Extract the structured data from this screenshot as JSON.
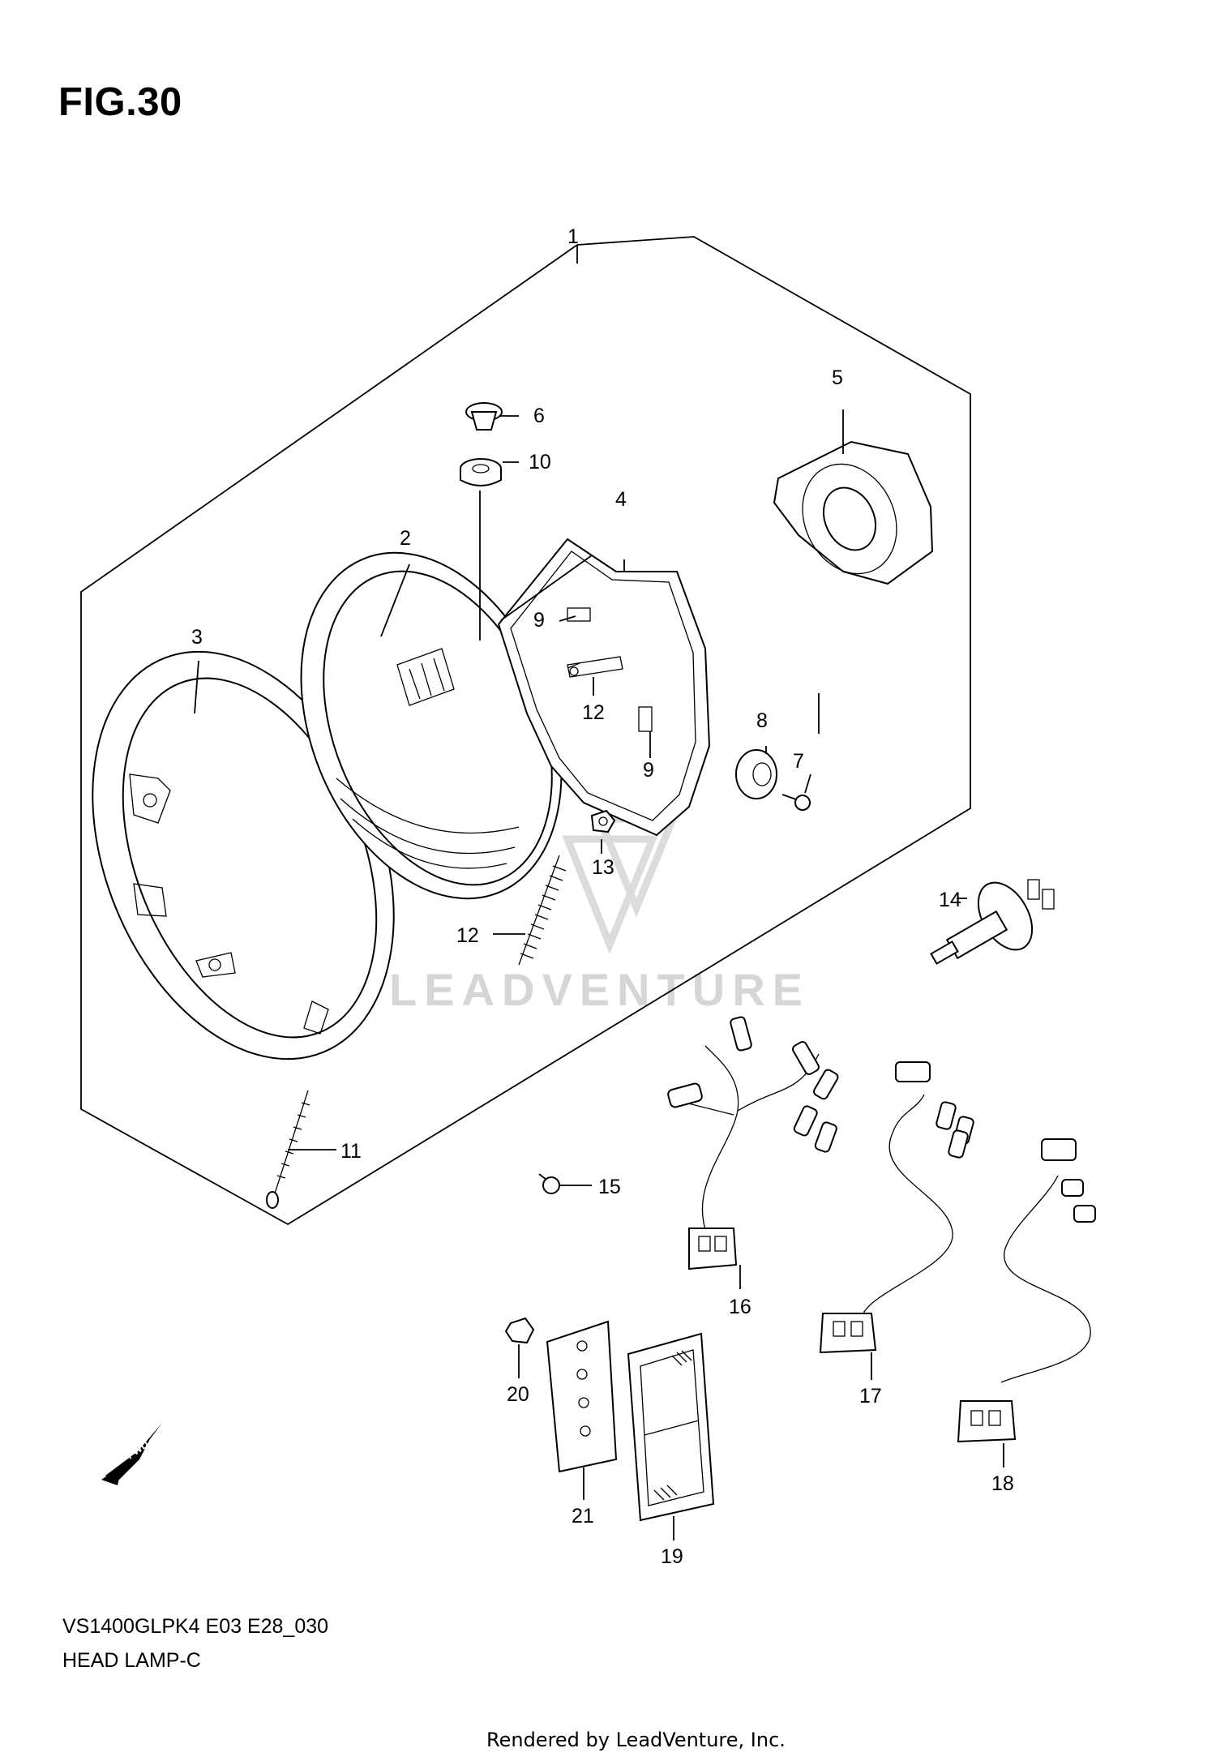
{
  "figure": {
    "title": "FIG.30",
    "model_code": "VS1400GLPK4 E03 E28_030",
    "section_name": "HEAD LAMP-C",
    "render_credit": "Rendered by LeadVenture, Inc.",
    "watermark": "LEADVENTURE",
    "fwd_arrow_label": "FWD"
  },
  "callouts": {
    "c1": "1",
    "c2": "2",
    "c3": "3",
    "c4": "4",
    "c5": "5",
    "c6": "6",
    "c7": "7",
    "c8": "8",
    "c9a": "9",
    "c9b": "9",
    "c10": "10",
    "c11": "11",
    "c12a": "12",
    "c12b": "12",
    "c13": "13",
    "c14": "14",
    "c15": "15",
    "c16": "16",
    "c17": "17",
    "c18": "18",
    "c19": "19",
    "c20": "20",
    "c21": "21"
  }
}
